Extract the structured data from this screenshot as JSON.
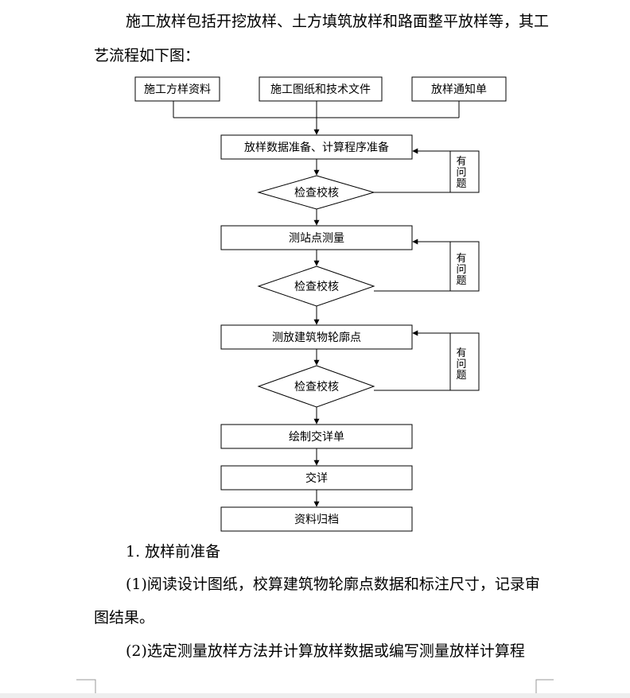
{
  "paragraphs": {
    "intro_line1": "施工放样包括开挖放样、土方填筑放样和路面整平放样等，其工",
    "intro_line2": "艺流程如下图：",
    "section1_title": "1. 放样前准备",
    "item1_line1": "(1)阅读设计图纸，校算建筑物轮廓点数据和标注尺寸，记录审",
    "item1_line2": "图结果。",
    "item2_line1": "(2)选定测量放样方法并计算放样数据或编写测量放样计算程"
  },
  "flowchart": {
    "inputs": [
      "施工方样资料",
      "施工图纸和技术文件",
      "放样通知单"
    ],
    "steps": {
      "prepare": "放样数据准备、计算程序准备",
      "check1": "检查校核",
      "station": "测站点测量",
      "check2": "检查校核",
      "outline": "测放建筑物轮廓点",
      "check3": "检查校核",
      "drawing": "绘制交详单",
      "handover": "交详",
      "archive": "资料归档"
    },
    "feedback_label": [
      "有",
      "问",
      "题"
    ]
  }
}
